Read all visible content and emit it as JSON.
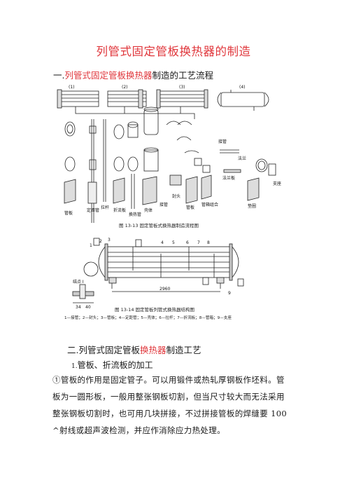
{
  "doc": {
    "title": "列管式固定管板换热器的制造",
    "section1": {
      "prefix": "一.",
      "highlight": "列管式固定管板换热器",
      "suffix": "制造的工艺流程"
    },
    "figure1": {
      "stage_labels": [
        "(1)",
        "(2)",
        "(3)",
        "(4)"
      ],
      "part_labels": [
        "管板",
        "定距管",
        "拉杆",
        "折流板",
        "换热管",
        "壳体",
        "接管",
        "封头",
        "管板",
        "管箱组合",
        "法兰板",
        "法兰",
        "接管",
        "垫圈",
        "支座"
      ],
      "caption": "图 13-13   固定管板式换热器制造流程图"
    },
    "figure2": {
      "numbers": [
        "3",
        "4",
        "5",
        "6",
        "7",
        "8",
        "2",
        "1",
        "9"
      ],
      "detail_label": "结点 I",
      "detail_dims": [
        "34",
        "40"
      ],
      "length_label": "2960",
      "caption": "图 13-14   固定管板列管式换热器结构图",
      "legend": "1—接管；2—封头；3—管板；4—定距管；5—壳体；6—拉杆；7—折流板；8—管箱；9—支座"
    },
    "section2": {
      "prefix": "二.列管式固定管板",
      "highlight": "换热器",
      "suffix": "制造工艺"
    },
    "subsection1": {
      "num": "1.",
      "text": "管板、折流板的加工"
    },
    "paragraph": "①管板的作用是固定管子。可以用锻件或热轧厚钢板作坯料。管板为一圆形板，一般用整张钢板切割，但当尺寸较大而无法采用整张钢板切割时，也可用几块拼接，不过拼接管板的焊缝要 100^射线或超声波检测，并应作消除应力热处理。"
  }
}
